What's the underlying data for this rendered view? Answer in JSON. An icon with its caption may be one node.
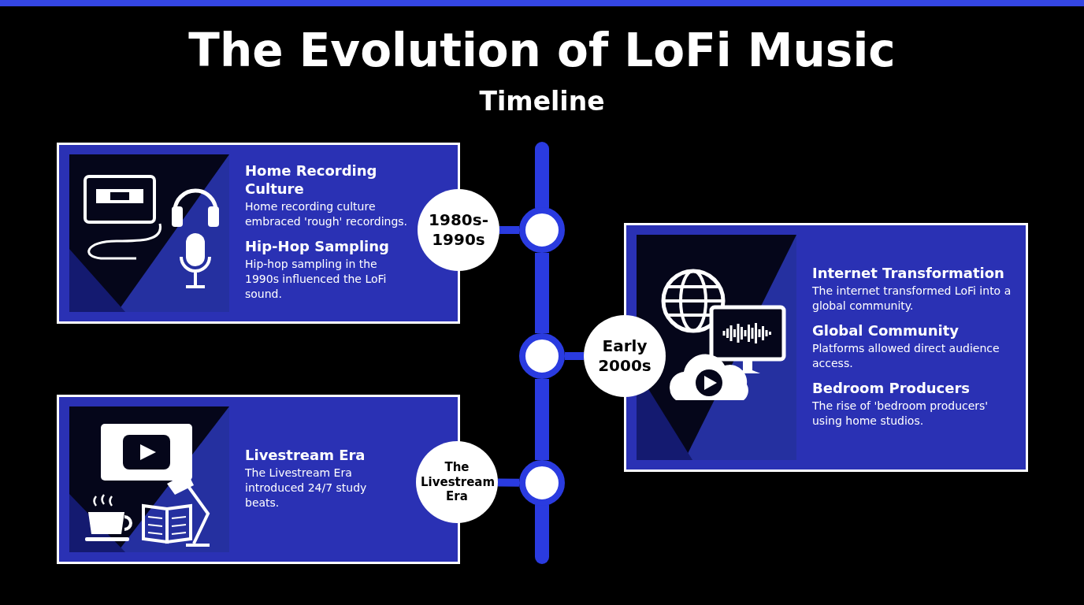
{
  "diagram": {
    "title": "The Evolution of LoFi Music",
    "caption": "Timeline",
    "nodes": [
      {
        "text": [
          "Home Recording Culture",
          "Home recording culture embraced 'rough' recordings.",
          "Hip-Hop Sampling",
          "Hip-hop sampling in the 1990s influenced the LoFi sound."
        ]
      },
      {
        "text": [
          "1980s-1990s"
        ]
      },
      {
        "text": [],
        "shape": "circle"
      },
      {
        "text": [
          "Internet Transformation",
          "The internet transformed LoFi into a global community.",
          "Global Community",
          "Platforms allowed direct audience access.",
          "Bedroom Producers",
          "The rise of 'bedroom producers' using home studios."
        ]
      },
      {
        "text": [
          "Early 2000s"
        ]
      },
      {
        "text": [],
        "shape": "circle"
      },
      {
        "text": [
          "Livestream Era",
          "The Livestream Era introduced 24/7 study beats."
        ]
      },
      {
        "text": [
          "The Livestream Era"
        ]
      },
      {
        "text": [],
        "shape": "circle"
      }
    ],
    "edges": [
      {
        "from": 1,
        "to": 2,
        "arrow": "none"
      },
      {
        "from": null,
        "to": 2,
        "arrow": "none"
      },
      {
        "from": 2,
        "to": 5,
        "arrow": "none"
      },
      {
        "from": 4,
        "to": 5,
        "arrow": "none"
      },
      {
        "from": 5,
        "to": 8,
        "arrow": "none"
      },
      {
        "from": 7,
        "to": 8,
        "arrow": "none"
      },
      {
        "from": 8,
        "to": null,
        "arrow": "none"
      }
    ]
  }
}
